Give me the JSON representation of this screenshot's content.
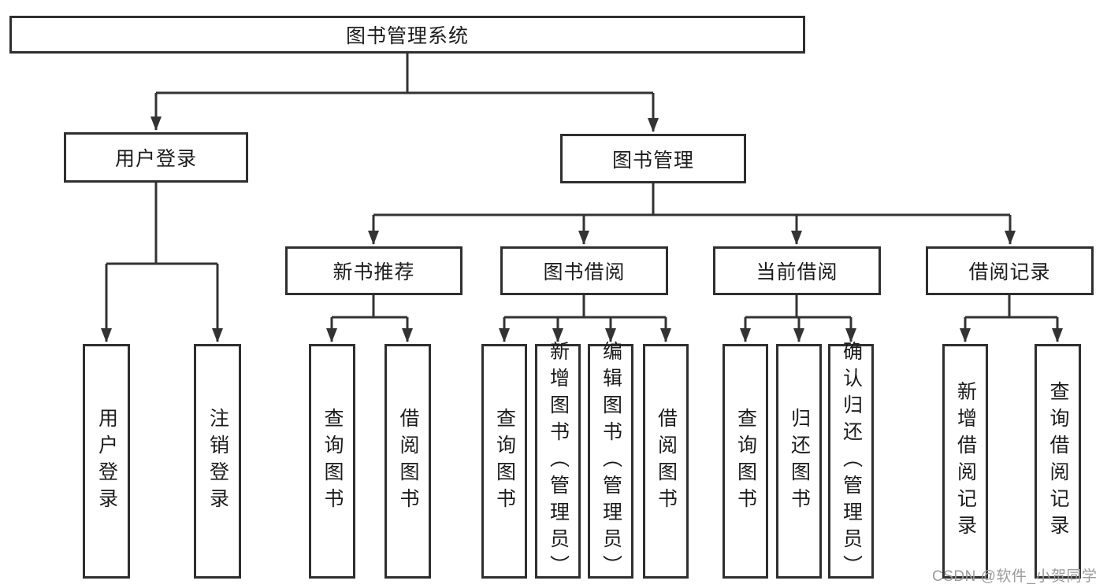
{
  "diagram_type": "hierarchy",
  "tree": {
    "root": {
      "label": "图书管理系统"
    },
    "branches": [
      {
        "label": "用户登录",
        "children": [
          {
            "label": "用户登录"
          },
          {
            "label": "注销登录"
          }
        ]
      },
      {
        "label": "图书管理",
        "children": [
          {
            "label": "新书推荐",
            "children": [
              {
                "label": "查询图书"
              },
              {
                "label": "借阅图书"
              }
            ]
          },
          {
            "label": "图书借阅",
            "children": [
              {
                "label": "查询图书"
              },
              {
                "label": "新增图书（管理员）"
              },
              {
                "label": "编辑图书（管理员）"
              },
              {
                "label": "借阅图书"
              }
            ]
          },
          {
            "label": "当前借阅",
            "children": [
              {
                "label": "查询图书"
              },
              {
                "label": "归还图书"
              },
              {
                "label": "确认归还（管理员）"
              }
            ]
          },
          {
            "label": "借阅记录",
            "children": [
              {
                "label": "新增借阅记录"
              },
              {
                "label": "查询借阅记录"
              }
            ]
          }
        ]
      }
    ]
  },
  "watermark": {
    "text": "CSDN @软件_小贺同学"
  },
  "colors": {
    "background": "#ffffff",
    "box_fill": "#ffffff",
    "box_border": "#2f2f2f",
    "line": "#333333",
    "text": "#1c1c1c",
    "watermark": "#9b9b9b"
  }
}
